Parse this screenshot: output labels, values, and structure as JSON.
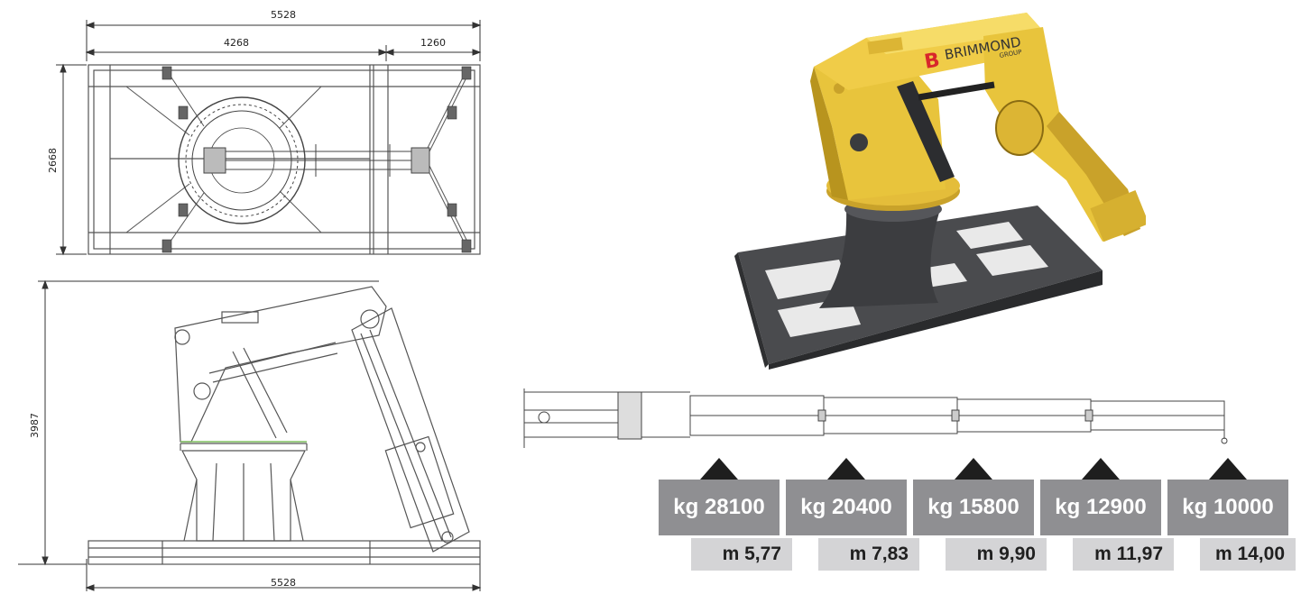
{
  "top_view": {
    "overall_length": "5528",
    "left_segment": "4268",
    "right_segment": "1260",
    "width": "2668"
  },
  "side_view": {
    "height": "3987",
    "base_length": "5528"
  },
  "render": {
    "brand": "BRIMMOND",
    "brand_sub": "GROUP",
    "body_color": "#e8c43c",
    "pedestal_color": "#3c3d40",
    "logo_color": "#d8262b"
  },
  "load_chart": {
    "loads": [
      {
        "load": "kg 28100",
        "radius": "m 5,77"
      },
      {
        "load": "kg 20400",
        "radius": "m 7,83"
      },
      {
        "load": "kg 15800",
        "radius": "m 9,90"
      },
      {
        "load": "kg 12900",
        "radius": "m 11,97"
      },
      {
        "load": "kg 10000",
        "radius": "m 14,00"
      }
    ],
    "box_color": "#8f8f92",
    "radius_color": "#d4d4d6"
  }
}
